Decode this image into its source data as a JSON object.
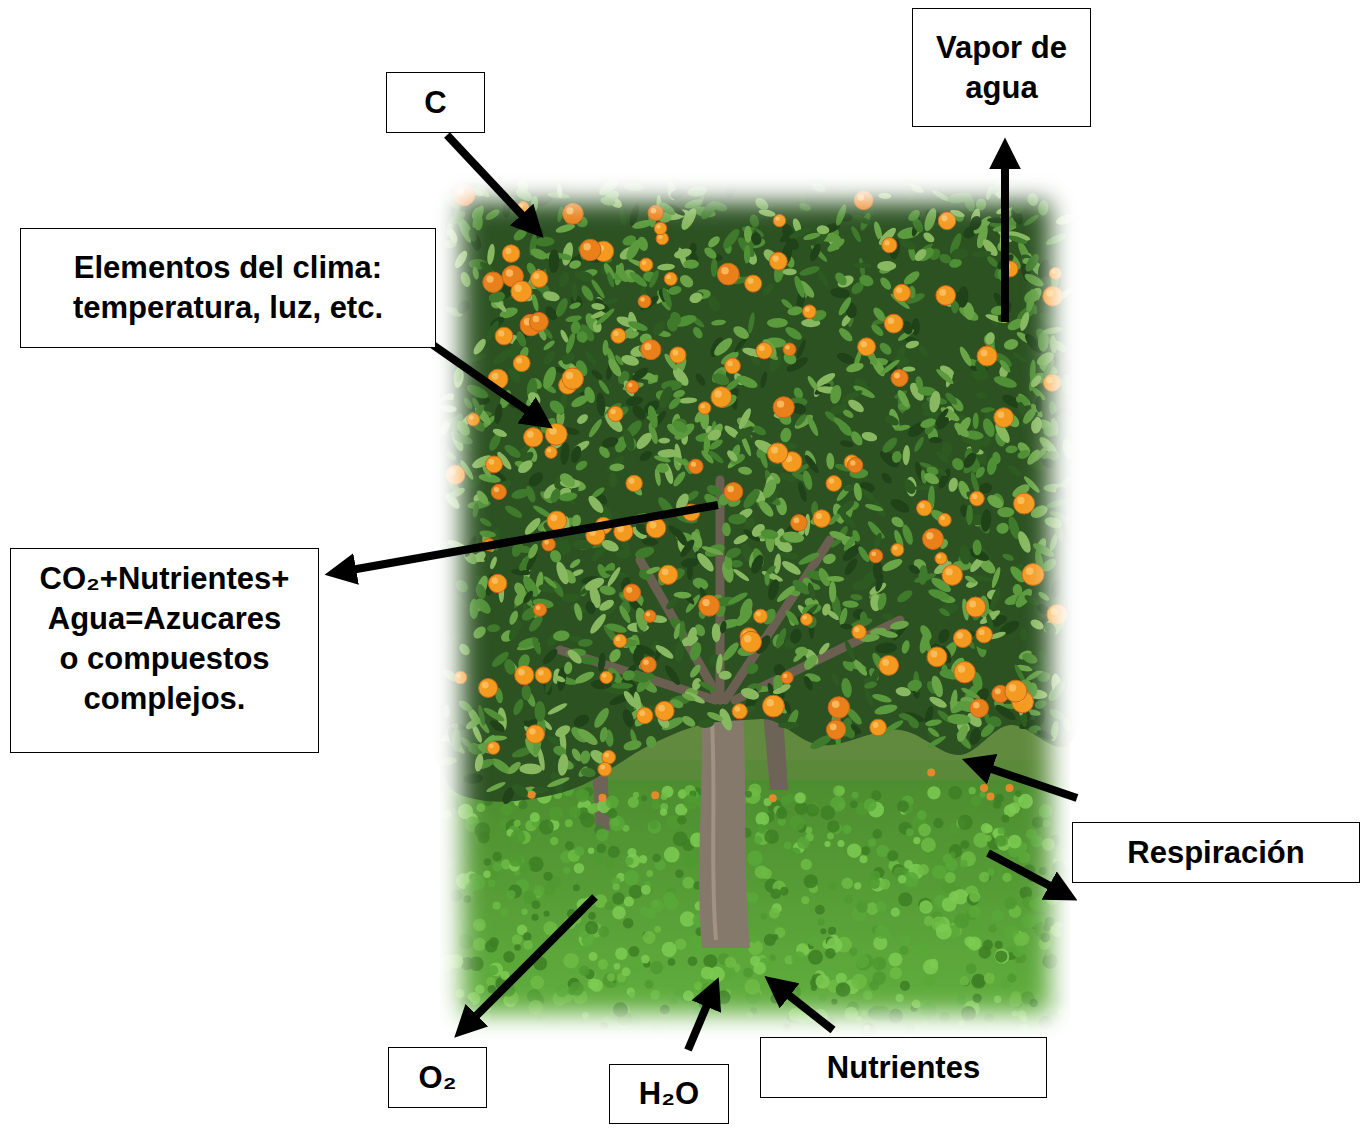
{
  "diagram": {
    "nodes": [
      {
        "text": [
          "C"
        ]
      },
      {
        "text": [
          "Vapor de agua"
        ]
      },
      {
        "text": [
          "Elementos del clima: temperatura, luz, etc."
        ]
      },
      {
        "text": [
          "CO₂+Nutrientes+ Agua=Azucares o compuestos complejos."
        ]
      },
      {
        "text": [
          "Respiración"
        ]
      },
      {
        "text": [
          "O₂"
        ]
      },
      {
        "text": [
          "H₂O"
        ]
      },
      {
        "text": [
          "Nutrientes"
        ]
      }
    ]
  }
}
